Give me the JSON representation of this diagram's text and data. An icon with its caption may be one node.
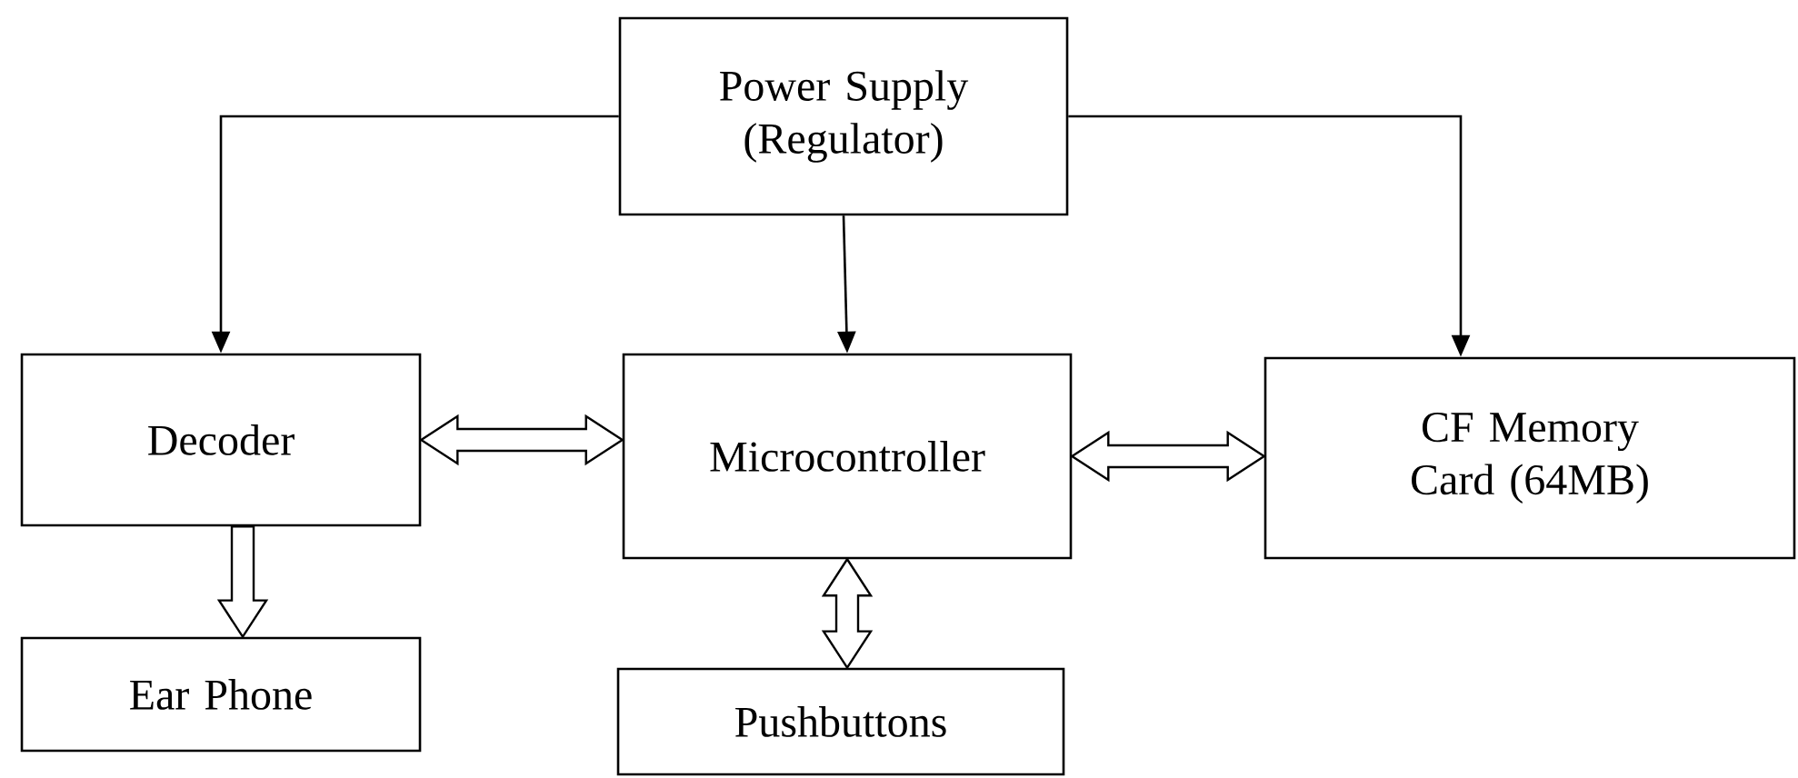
{
  "diagram": {
    "nodes": [
      {
        "text": [
          "Power Supply (Regulator)"
        ]
      },
      {
        "text": [
          "Decoder"
        ]
      },
      {
        "text": [
          "Microcontroller"
        ]
      },
      {
        "text": [
          "CF Memory Card (64MB)"
        ]
      },
      {
        "text": [
          "Ear Phone"
        ]
      },
      {
        "text": [
          "Pushbuttons"
        ]
      }
    ],
    "edges": [
      {
        "from": 0,
        "to": 1,
        "arrow": "to"
      },
      {
        "from": 0,
        "to": 2,
        "arrow": "to"
      },
      {
        "from": 0,
        "to": 3,
        "arrow": "to"
      },
      {
        "from": 1,
        "to": 2,
        "arrow": "both",
        "style": "thick"
      },
      {
        "from": 2,
        "to": 3,
        "arrow": "both",
        "style": "thick"
      },
      {
        "from": 1,
        "to": 4,
        "arrow": "to",
        "style": "thick"
      },
      {
        "from": 2,
        "to": 5,
        "arrow": "both",
        "style": "thick"
      }
    ]
  }
}
